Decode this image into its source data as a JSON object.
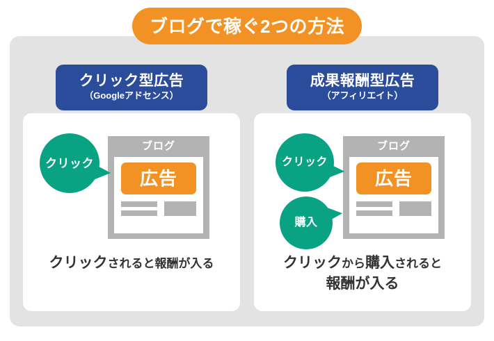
{
  "title": {
    "text": "ブログで稼ぐ2つの方法",
    "pill_color": "#f29224",
    "text_color": "#ffffff"
  },
  "panel": {
    "background_color": "#e3e3e3"
  },
  "colors": {
    "navy": "#2b4b9b",
    "orange": "#f29224",
    "teal": "#09a383",
    "gray_frame": "#b3b3b3",
    "card_white": "#ffffff",
    "caption_text": "#333333"
  },
  "cards": [
    {
      "header_main": "クリック型広告",
      "header_sub": "（Googleアドセンス）",
      "blog_mock": {
        "title": "ブログ",
        "ad_label": "広告"
      },
      "bubbles": [
        {
          "label": "クリック",
          "name": "click"
        }
      ],
      "caption_lines": [
        {
          "strong": "クリック",
          "normal": "されると報酬が入る"
        }
      ]
    },
    {
      "header_main": "成果報酬型広告",
      "header_sub": "（アフィリエイト）",
      "blog_mock": {
        "title": "ブログ",
        "ad_label": "広告"
      },
      "bubbles": [
        {
          "label": "クリック",
          "name": "click"
        },
        {
          "label": "購入",
          "name": "purchase"
        }
      ],
      "caption_lines": [
        {
          "strong": "クリック",
          "normal": "から",
          "strong2": "購入",
          "normal2": "されると"
        },
        {
          "strong": "報酬が入る"
        }
      ]
    }
  ]
}
